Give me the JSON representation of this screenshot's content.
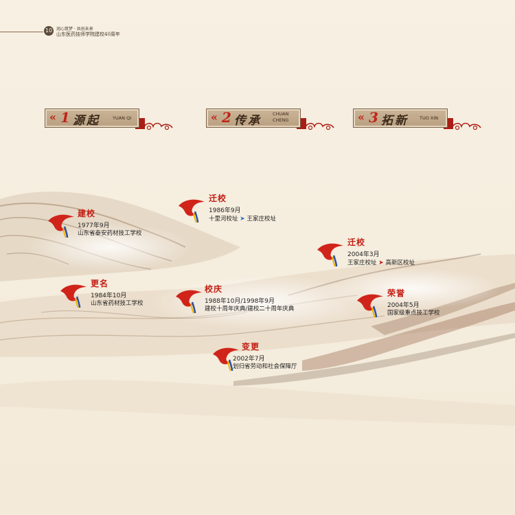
{
  "header": {
    "page_number": "10",
    "top_line": "润心筑梦 · 共创未来",
    "school_line": "山东医药技师学院建校40周年"
  },
  "sections": [
    {
      "num": "1",
      "cn": "源起",
      "en": "YUAN QI"
    },
    {
      "num": "2",
      "cn": "传承",
      "en_line1": "CHUAN",
      "en_line2": "CHENG"
    },
    {
      "num": "3",
      "cn": "拓新",
      "en": "TUO XIN"
    }
  ],
  "events": [
    {
      "title": "建校",
      "date": "1977年9月",
      "desc": "山东省泰安药材技工学校"
    },
    {
      "title": "迁校",
      "date": "1986年9月",
      "desc_from": "十里河校址",
      "desc_to": "王家庄校址"
    },
    {
      "title": "迁校",
      "date": "2004年3月",
      "desc_from": "王家庄校址",
      "desc_to": "高新区校址"
    },
    {
      "title": "更名",
      "date": "1984年10月",
      "desc": "山东省药材技工学校"
    },
    {
      "title": "校庆",
      "date": "1988年10月/1998年9月",
      "desc": "建校十周年庆典/建校二十周年庆典"
    },
    {
      "title": "荣誉",
      "date": "2004年5月",
      "desc": "国家级重点技工学校"
    },
    {
      "title": "变更",
      "date": "2002年7月",
      "desc": "划归省劳动和社会保障厅"
    }
  ],
  "colors": {
    "accent_red": "#c31d13",
    "section_box": "#b99f80",
    "text_dark": "#222222",
    "arrow_blue": "#2a6cc4"
  },
  "icons": {
    "event_marker": "torch-flame-icon",
    "section_ornament": "auspicious-cloud-icon",
    "path_arrow": "arrow-right-icon"
  }
}
